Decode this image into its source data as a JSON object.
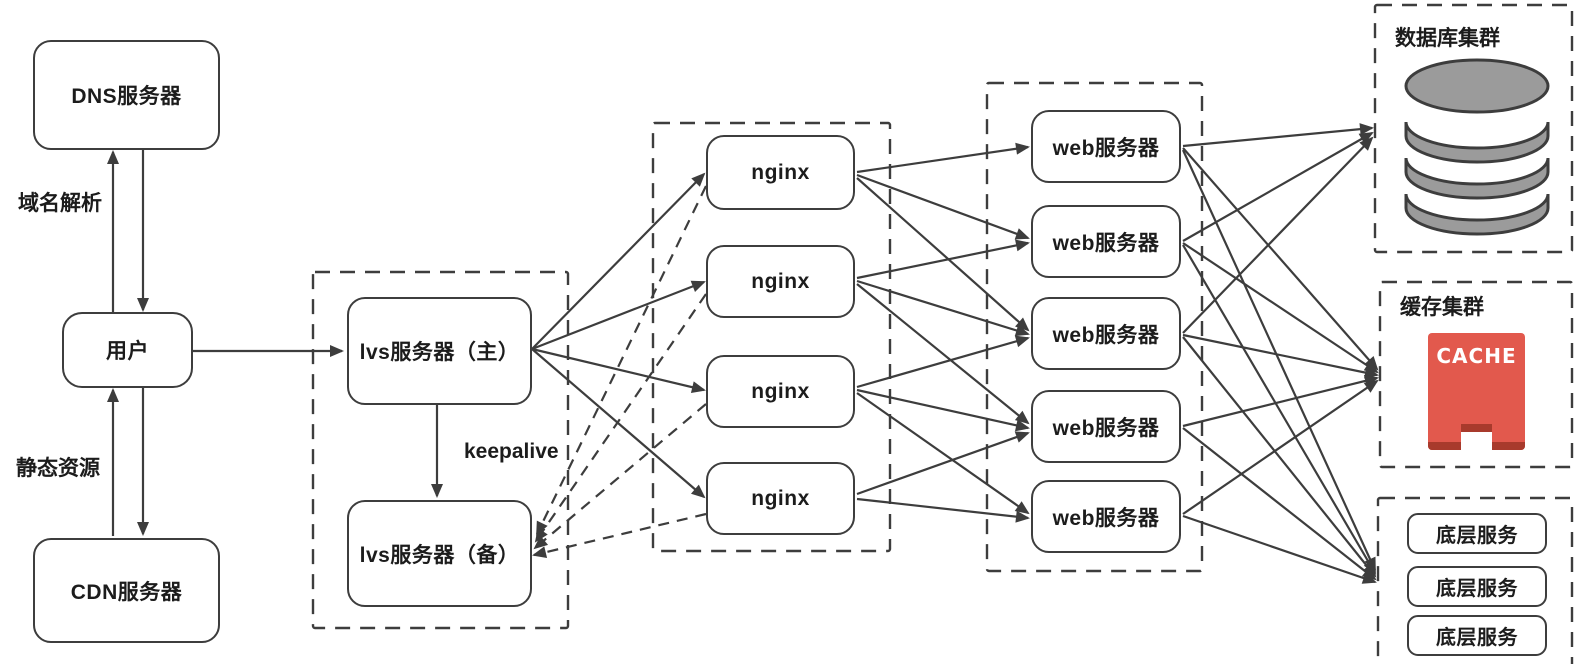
{
  "colors": {
    "line": "#3d3d3d",
    "box_border": "#3d3d3d",
    "cache_red": "#e2594d",
    "cache_dark": "#a83a2c",
    "db_gray": "#9b9b9b",
    "text": "#1c1c1c",
    "background": "#ffffff"
  },
  "nodes": {
    "dns": "DNS服务器",
    "user": "用户",
    "cdn": "CDN服务器",
    "lvs_master": "lvs服务器（主）",
    "lvs_backup": "lvs服务器（备）",
    "nginx": [
      "nginx",
      "nginx",
      "nginx",
      "nginx"
    ],
    "web": [
      "web服务器",
      "web服务器",
      "web服务器",
      "web服务器",
      "web服务器"
    ],
    "base": [
      "底层服务",
      "底层服务",
      "底层服务"
    ]
  },
  "labels": {
    "dns_edge": "域名解析",
    "cdn_edge": "静态资源",
    "keepalive": "keepalive"
  },
  "clusters": {
    "database_title": "数据库集群",
    "cache_title": "缓存集群",
    "cache_icon_text": "CACHE"
  }
}
